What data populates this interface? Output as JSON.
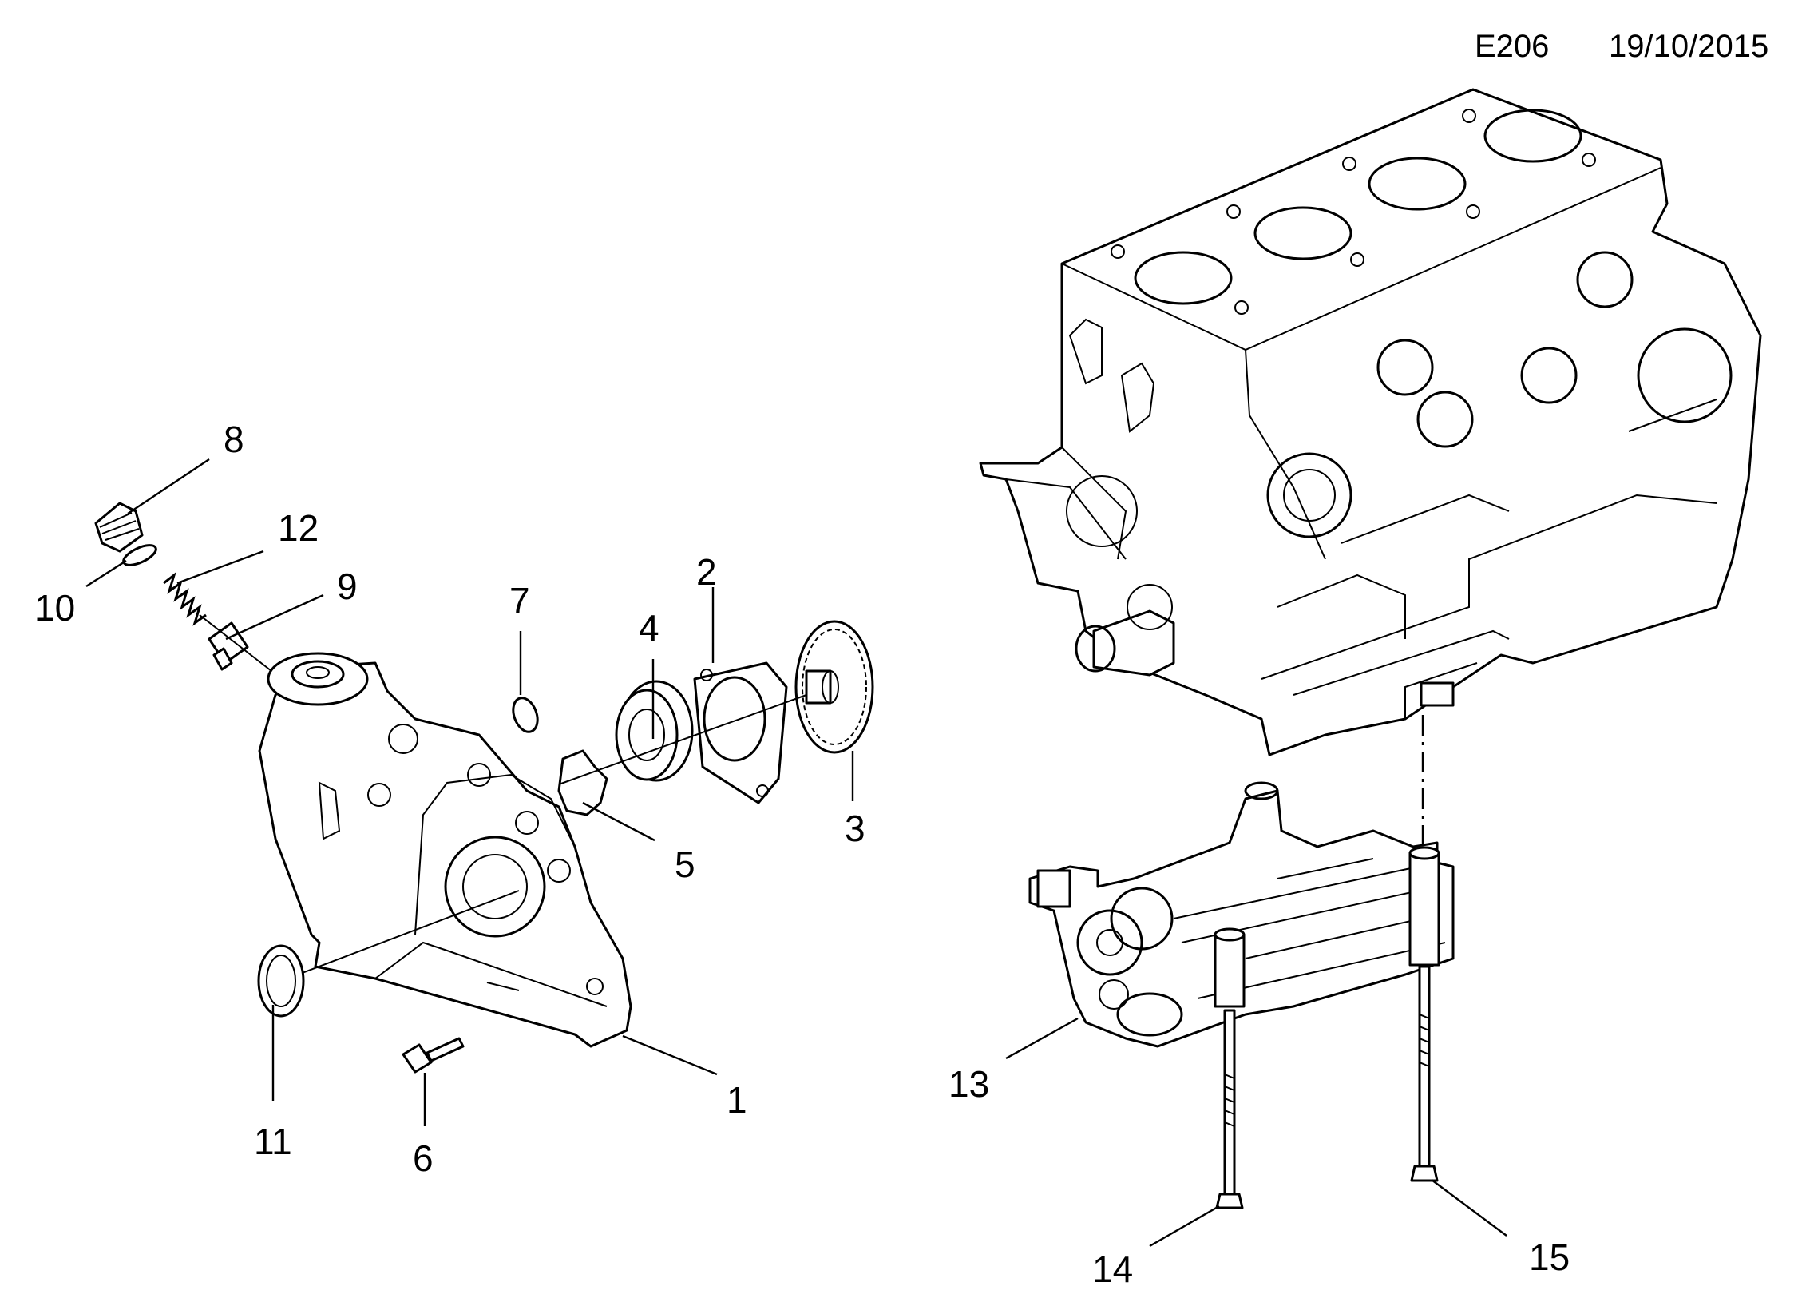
{
  "header": {
    "diagram_code": "E206",
    "date": "19/10/2015"
  },
  "callouts": [
    {
      "id": "c1",
      "label": "1"
    },
    {
      "id": "c2",
      "label": "2"
    },
    {
      "id": "c3",
      "label": "3"
    },
    {
      "id": "c4",
      "label": "4"
    },
    {
      "id": "c5",
      "label": "5"
    },
    {
      "id": "c6",
      "label": "6"
    },
    {
      "id": "c7",
      "label": "7"
    },
    {
      "id": "c8",
      "label": "8"
    },
    {
      "id": "c9",
      "label": "9"
    },
    {
      "id": "c10",
      "label": "10"
    },
    {
      "id": "c11",
      "label": "11"
    },
    {
      "id": "c12",
      "label": "12"
    },
    {
      "id": "c13",
      "label": "13"
    },
    {
      "id": "c14",
      "label": "14"
    },
    {
      "id": "c15",
      "label": "15"
    }
  ]
}
